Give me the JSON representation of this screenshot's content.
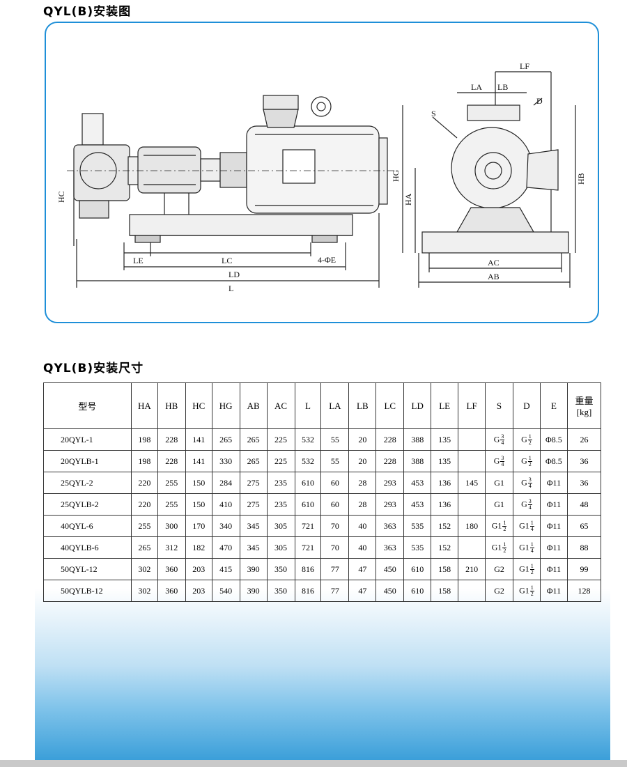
{
  "titles": {
    "drawing": "QYL(B)安装图",
    "table": "QYL(B)安装尺寸"
  },
  "drawing_labels": {
    "HC": "HC",
    "LE": "LE",
    "LC": "LC",
    "LD": "LD",
    "L": "L",
    "hole": "4-ΦE",
    "LF": "LF",
    "LA": "LA",
    "LB": "LB",
    "D": "D",
    "S": "S",
    "HG": "HG",
    "HA": "HA",
    "HB": "HB",
    "AC": "AC",
    "AB": "AB"
  },
  "table": {
    "headers": [
      "型号",
      "HA",
      "HB",
      "HC",
      "HG",
      "AB",
      "AC",
      "L",
      "LA",
      "LB",
      "LC",
      "LD",
      "LE",
      "LF",
      "S",
      "D",
      "E"
    ],
    "weight_header": [
      "重量",
      "[kg]"
    ],
    "rows": [
      {
        "model": "20QYL-1",
        "vals": [
          "198",
          "228",
          "141",
          "265",
          "265",
          "225",
          "532",
          "55",
          "20",
          "228",
          "388",
          "135",
          ""
        ],
        "S": {
          "w": "G",
          "n": "3",
          "d": "4"
        },
        "D": {
          "w": "G",
          "n": "1",
          "d": "2"
        },
        "E": "Φ8.5",
        "W": "26"
      },
      {
        "model": "20QYLB-1",
        "vals": [
          "198",
          "228",
          "141",
          "330",
          "265",
          "225",
          "532",
          "55",
          "20",
          "228",
          "388",
          "135",
          ""
        ],
        "S": {
          "w": "G",
          "n": "3",
          "d": "4"
        },
        "D": {
          "w": "G",
          "n": "1",
          "d": "2"
        },
        "E": "Φ8.5",
        "W": "36"
      },
      {
        "model": "25QYL-2",
        "vals": [
          "220",
          "255",
          "150",
          "284",
          "275",
          "235",
          "610",
          "60",
          "28",
          "293",
          "453",
          "136",
          "145"
        ],
        "S": {
          "w": "G1",
          "n": "",
          "d": ""
        },
        "D": {
          "w": "G",
          "n": "3",
          "d": "4"
        },
        "E": "Φ11",
        "W": "36"
      },
      {
        "model": "25QYLB-2",
        "vals": [
          "220",
          "255",
          "150",
          "410",
          "275",
          "235",
          "610",
          "60",
          "28",
          "293",
          "453",
          "136",
          ""
        ],
        "S": {
          "w": "G1",
          "n": "",
          "d": ""
        },
        "D": {
          "w": "G",
          "n": "3",
          "d": "4"
        },
        "E": "Φ11",
        "W": "48"
      },
      {
        "model": "40QYL-6",
        "vals": [
          "255",
          "300",
          "170",
          "340",
          "345",
          "305",
          "721",
          "70",
          "40",
          "363",
          "535",
          "152",
          "180"
        ],
        "S": {
          "w": "G1",
          "n": "1",
          "d": "2"
        },
        "D": {
          "w": "G1",
          "n": "1",
          "d": "4"
        },
        "E": "Φ11",
        "W": "65"
      },
      {
        "model": "40QYLB-6",
        "vals": [
          "265",
          "312",
          "182",
          "470",
          "345",
          "305",
          "721",
          "70",
          "40",
          "363",
          "535",
          "152",
          ""
        ],
        "S": {
          "w": "G1",
          "n": "1",
          "d": "2"
        },
        "D": {
          "w": "G1",
          "n": "1",
          "d": "4"
        },
        "E": "Φ11",
        "W": "88"
      },
      {
        "model": "50QYL-12",
        "vals": [
          "302",
          "360",
          "203",
          "415",
          "390",
          "350",
          "816",
          "77",
          "47",
          "450",
          "610",
          "158",
          "210"
        ],
        "S": {
          "w": "G2",
          "n": "",
          "d": ""
        },
        "D": {
          "w": "G1",
          "n": "1",
          "d": "2"
        },
        "E": "Φ11",
        "W": "99"
      },
      {
        "model": "50QYLB-12",
        "vals": [
          "302",
          "360",
          "203",
          "540",
          "390",
          "350",
          "816",
          "77",
          "47",
          "450",
          "610",
          "158",
          ""
        ],
        "S": {
          "w": "G2",
          "n": "",
          "d": ""
        },
        "D": {
          "w": "G1",
          "n": "1",
          "d": "2"
        },
        "E": "Φ11",
        "W": "128"
      }
    ]
  },
  "colors": {
    "panel_border": "#1e8fd8",
    "photo_blue": "#3b9fd9"
  }
}
